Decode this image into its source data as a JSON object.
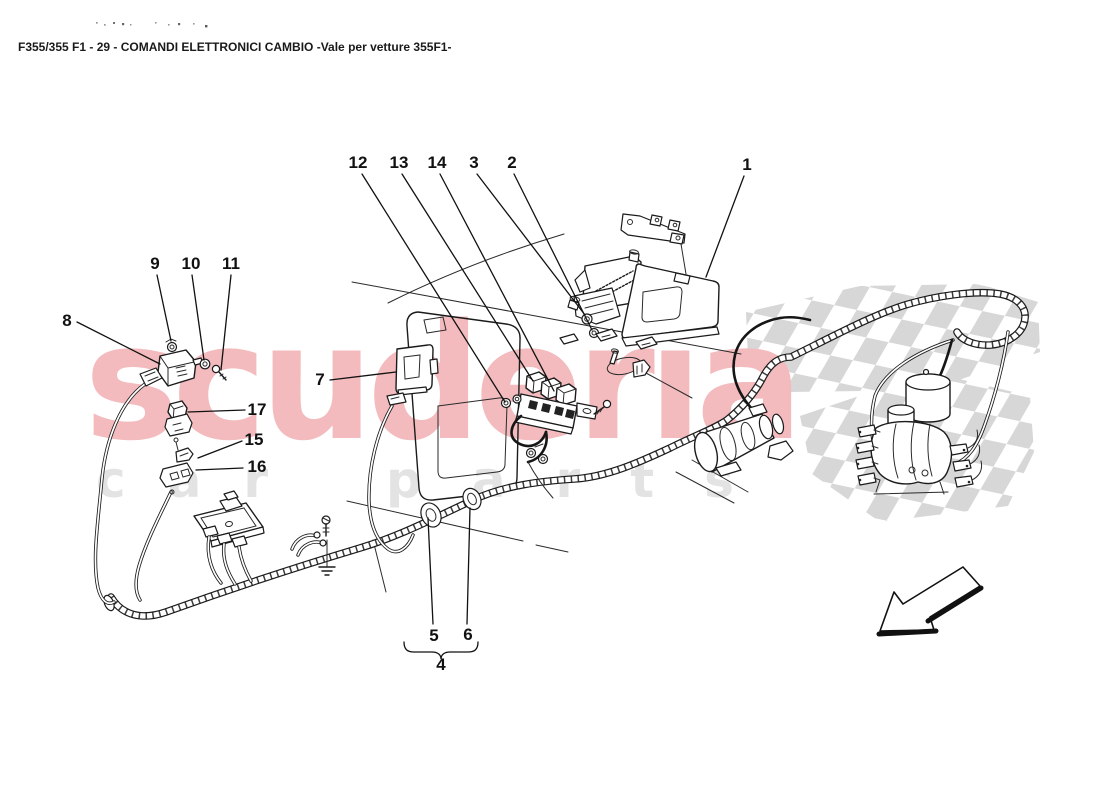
{
  "page": {
    "title": "F355/355 F1 - 29 - COMANDI ELETTRONICI CAMBIO -Vale per vetture 355F1-"
  },
  "watermark": {
    "brand": "scuderia",
    "tagline_word1": "car",
    "tagline_word2": "parts",
    "brand_color": "#f3bbbe",
    "tagline_color": "#e3e3e3",
    "flag_color": "#d7d7d7"
  },
  "diagram": {
    "type": "exploded-parts-diagram",
    "subject": "Electronic gearbox controls - hydraulic actuator, ECU, relays and wiring harness",
    "callouts": [
      {
        "label": "1"
      },
      {
        "label": "2"
      },
      {
        "label": "3"
      },
      {
        "label": "4"
      },
      {
        "label": "5"
      },
      {
        "label": "6"
      },
      {
        "label": "7"
      },
      {
        "label": "8"
      },
      {
        "label": "9"
      },
      {
        "label": "10"
      },
      {
        "label": "11"
      },
      {
        "label": "12"
      },
      {
        "label": "13"
      },
      {
        "label": "14"
      },
      {
        "label": "15"
      },
      {
        "label": "16"
      },
      {
        "label": "17"
      }
    ],
    "bracket_group": {
      "label": "4",
      "members": [
        "5",
        "6"
      ]
    },
    "icons": [
      "direction-arrow-icon",
      "checkered-flag-watermark"
    ]
  }
}
